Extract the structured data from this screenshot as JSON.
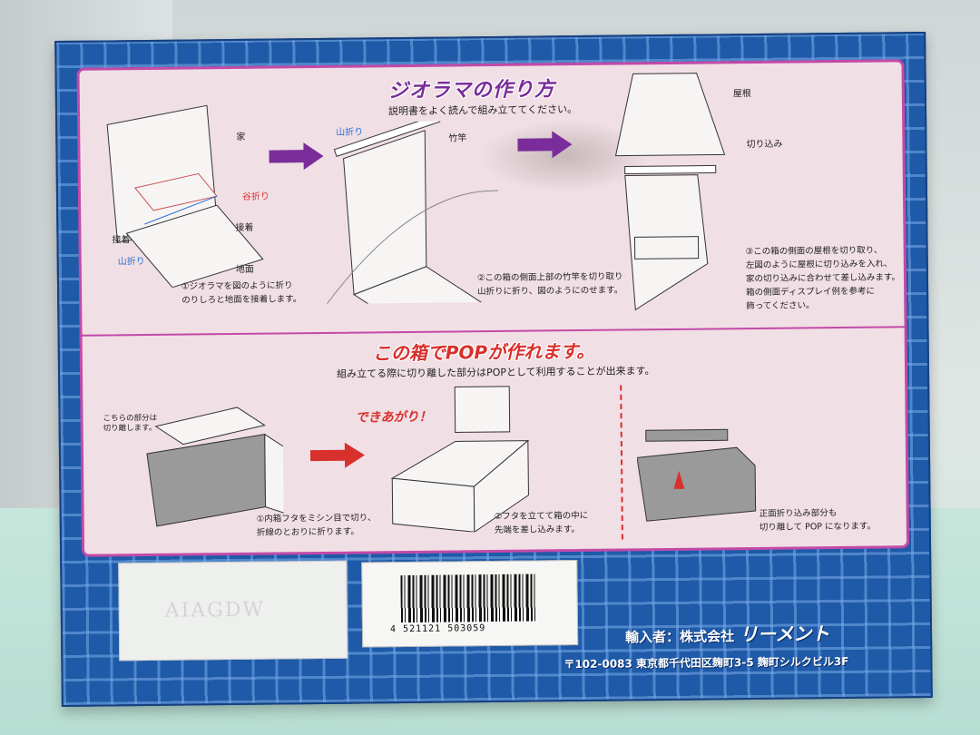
{
  "top_section": {
    "title": "ジオラマの作り方",
    "subtitle": "説明書をよく読んで組み立ててください。",
    "labels": {
      "house": "家",
      "valley_fold": "谷折り",
      "glue1": "接着",
      "glue2": "接着",
      "mountain_fold": "山折り",
      "ground": "地面",
      "mountain_fold2": "山折り",
      "bamboo_pole": "竹竿",
      "roof": "屋根",
      "notch": "切り込み"
    },
    "steps": [
      "①ジオラマを図のように折り\nのりしろと地面を接着します。",
      "②この箱の側面上部の竹竿を切り取り\n山折りに折り、図のようにのせます。",
      "③この箱の側面の屋根を切り取り、\n左図のように屋根に切り込みを入れ、\n家の切り込みに合わせて差し込みます。\n箱の側面ディスプレイ例を参考に\n飾ってください。"
    ]
  },
  "bottom_section": {
    "title": "この箱でPOPが作れます。",
    "subtitle": "組み立てる際に切り離した部分はPOPとして利用することが出来ます。",
    "side_note": "こちらの部分は\n切り離します。",
    "done_label": "できあがり！",
    "steps": [
      "①内箱フタをミシン目で切り、\n折線のとおりに折ります。",
      "②フタを立てて箱の中に\n先端を差し込みます。",
      "正面折り込み部分も\n切り離して POP になります。"
    ]
  },
  "footer": {
    "stamp": "AIAGDW",
    "barcode_number": "4 521121 503059",
    "importer_label": "輸入者：株式会社",
    "brand": "リーメント",
    "address": "〒102-0083  東京都千代田区麹町3-5  麹町シルクビル3F"
  },
  "colors": {
    "box_blue": "#1e5aa8",
    "panel_pink": "#f0dfe5",
    "border_magenta": "#c24aa8",
    "arrow_purple": "#7a2d9a",
    "arrow_red": "#d8302c"
  }
}
